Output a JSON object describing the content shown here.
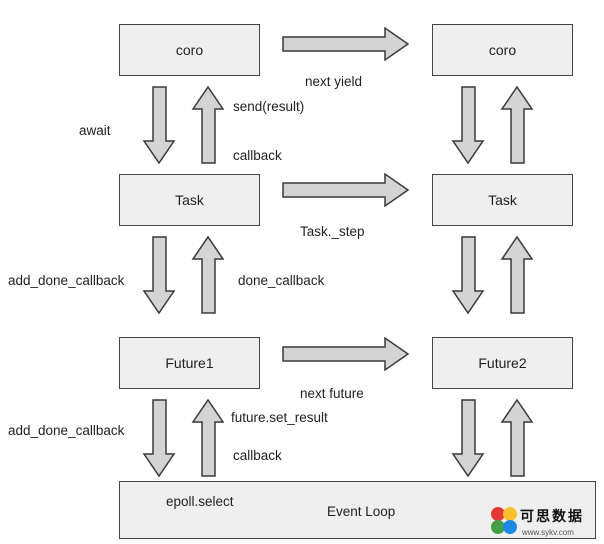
{
  "boxes": {
    "coro_left": "coro",
    "coro_right": "coro",
    "task_left": "Task",
    "task_right": "Task",
    "future1": "Future1",
    "future2": "Future2",
    "event_loop": "Event Loop",
    "epoll": "epoll.select"
  },
  "labels": {
    "next_yield": "next yield",
    "send_result": "send(result)",
    "await": "await",
    "callback_top": "callback",
    "task_step": "Task._step",
    "add_done_callback_1": "add_done_callback",
    "done_callback": "done_callback",
    "next_future": "next future",
    "add_done_callback_2": "add_done_callback",
    "future_set_result": "future.set_result",
    "callback_bottom": "callback"
  },
  "watermark": {
    "text": "可思数据",
    "url": "www.sykv.com",
    "colors": [
      "#e53935",
      "#fbc02d",
      "#43a047",
      "#1e88e5"
    ]
  }
}
